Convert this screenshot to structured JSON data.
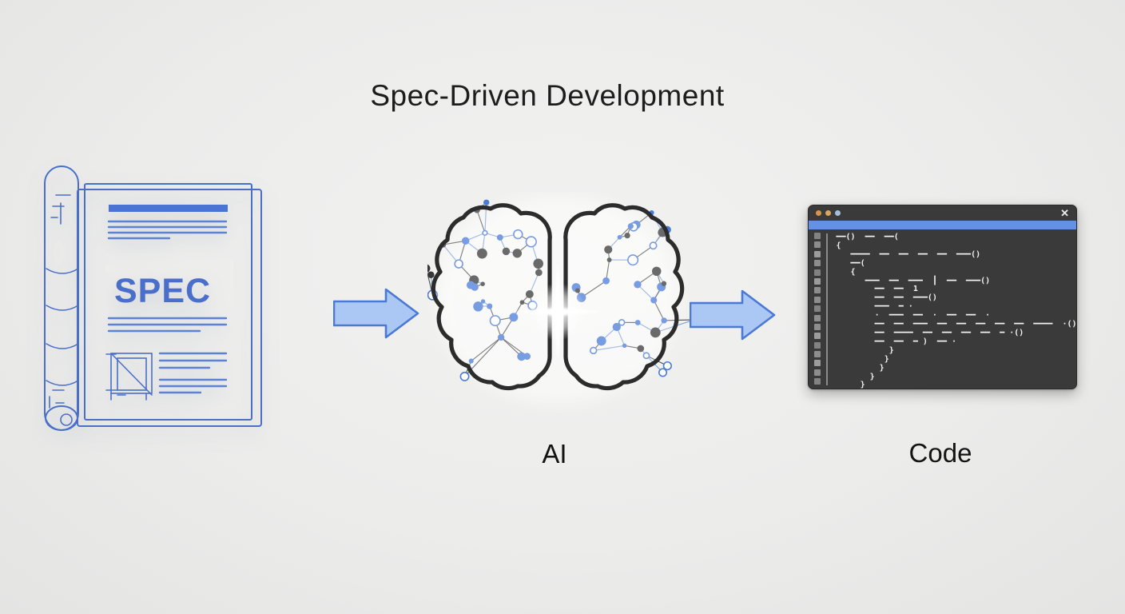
{
  "title": "Spec-Driven Development",
  "colors": {
    "accent_blue": "#4a6fcb",
    "doc_line_blue": "#5b82d4",
    "arrow_fill": "#abc7f3",
    "arrow_stroke": "#4b79d6",
    "editor_bg": "#3a3a3a",
    "editor_accent_bar": "#6590e7",
    "node_blue": "#4a7bd8",
    "node_dark": "#383838",
    "background": "#ededec"
  },
  "spec_document": {
    "label": "SPEC"
  },
  "brain": {
    "caption": "AI"
  },
  "icons": {
    "flow_arrow": "arrow-right-icon",
    "window_close": "close-icon"
  },
  "code_window": {
    "caption": "Code",
    "close_icon": "✕",
    "code_lines": [
      "━━()  ━━  ━━(",
      "{",
      "   ━━━━  ━━  ━━  ━━  ━━  ━━━()",
      "   ━━(",
      "   {",
      "      ━━━  ━━  ━━━  ┃  ━━  ━━━()",
      "        ━━  ━━  1",
      "        ━━  ━━  ━━━()",
      "        ━━━  ━ ·",
      "        ·  ━━━  ━━  ·  ━━  ━━  ·",
      "        ━━  ━━  ━━━  ━━  ━━  ━━  ━━  ━━  ━━━━  ·()",
      "        ━━  ━━━━  ━━  ━━  ━━  ━━  ━ ·()",
      "        ━━  ━━  ━ )  ━━ ·",
      "           }",
      "          }",
      "         }",
      "       }",
      "     }"
    ]
  }
}
